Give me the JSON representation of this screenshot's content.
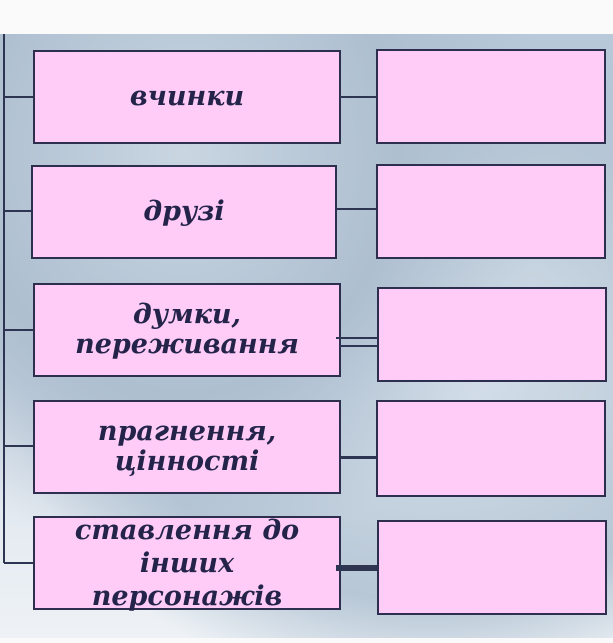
{
  "diagram": {
    "categories": [
      {
        "label": "вчинки",
        "answer": ""
      },
      {
        "label": "друзі",
        "answer": ""
      },
      {
        "label": "думки, переживання",
        "answer": ""
      },
      {
        "label": "прагнення, цінності",
        "answer": ""
      },
      {
        "label": "ставлення до інших персонажів",
        "answer": ""
      }
    ],
    "colors": {
      "box_fill": "#ffccf8",
      "border": "#2e2f4f",
      "text": "#24244a"
    }
  }
}
